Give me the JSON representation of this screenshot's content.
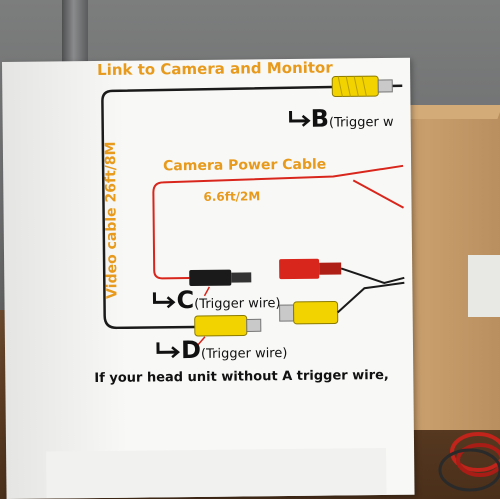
{
  "diagram": {
    "title_top": "Link to Camera and Monitor",
    "power_cable_label": "Camera Power Cable",
    "power_cable_length": "6.6ft/2M",
    "video_cable_label": "Video cable 26ft/8M",
    "connectors": [
      {
        "letter": "B",
        "note": "(Trigger w"
      },
      {
        "letter": "C",
        "note": "(Trigger wire)"
      },
      {
        "letter": "D",
        "note": "(Trigger wire)"
      }
    ],
    "footnote": "If your head unit without A trigger wire, "
  },
  "colors": {
    "label_orange": "#e79a1c",
    "rca_yellow": "#f2d300",
    "power_red": "#d9261c",
    "wire_black": "#1a1a1a"
  }
}
